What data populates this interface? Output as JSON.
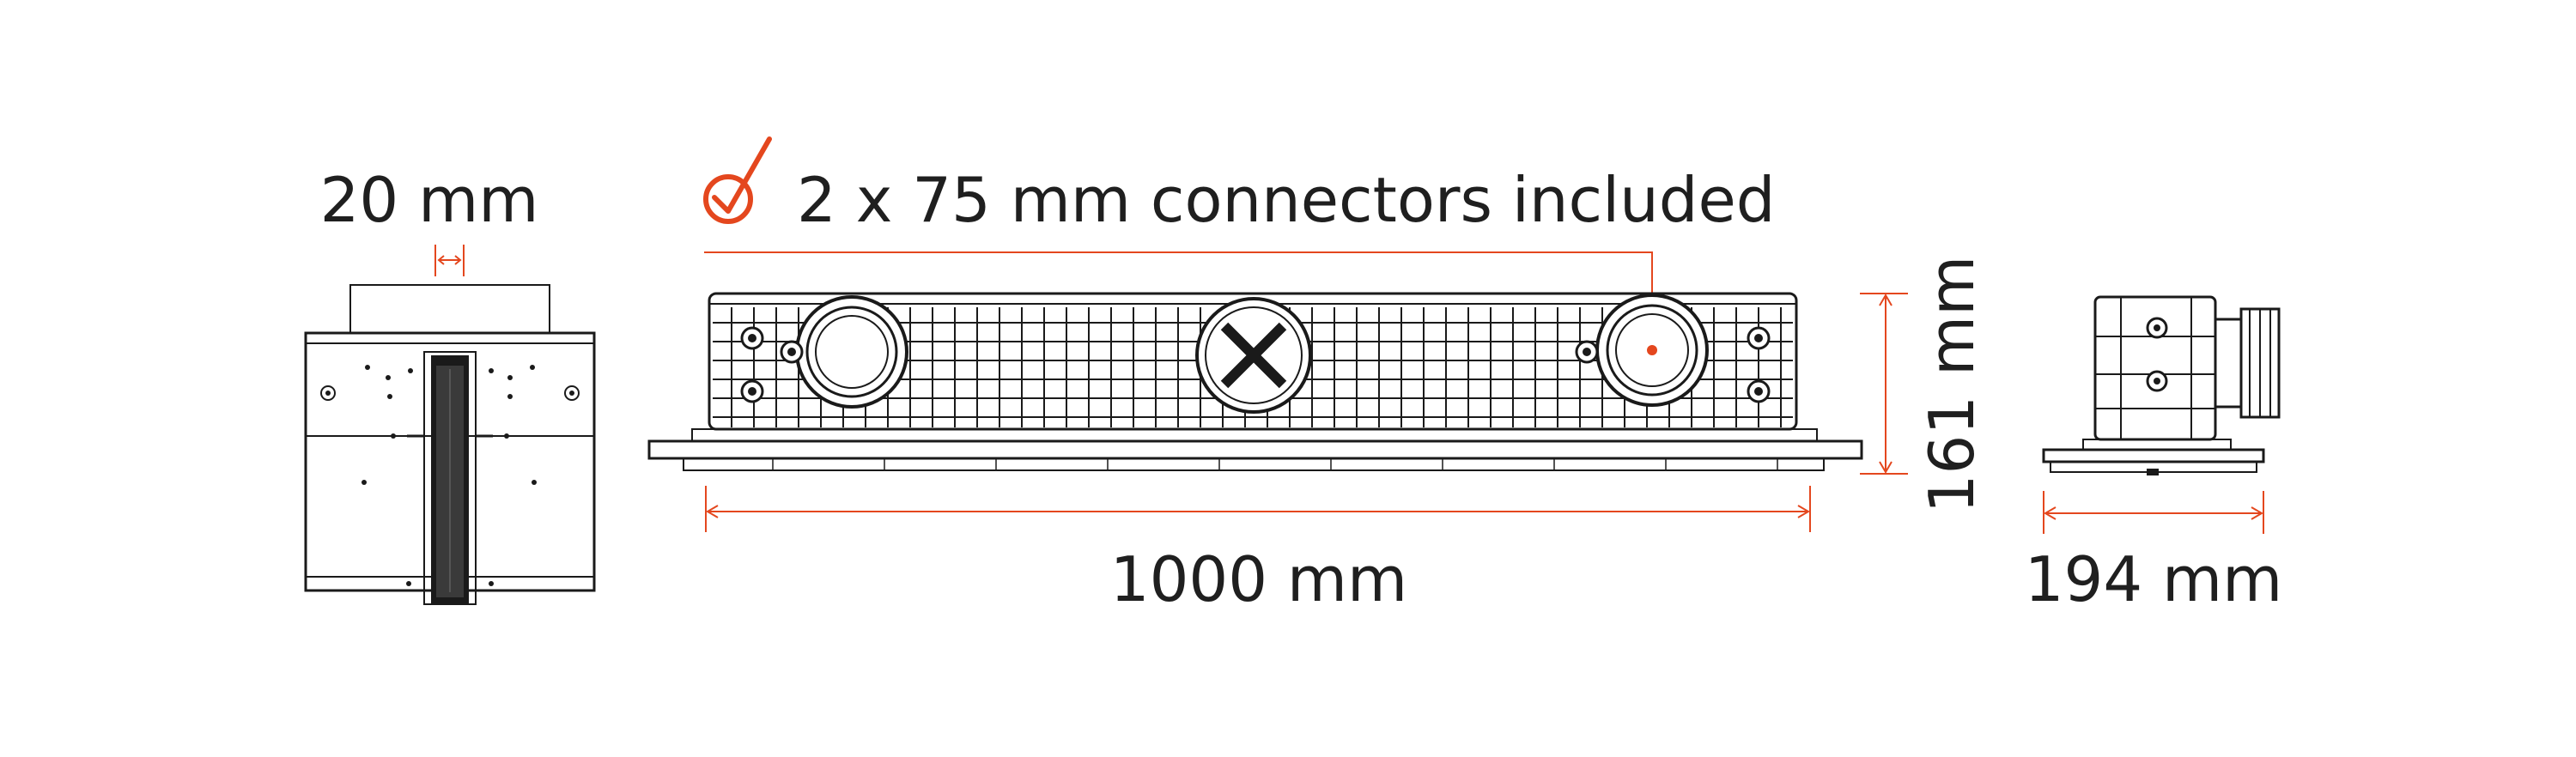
{
  "labels": {
    "width_slot": "20 mm",
    "connectors": "2 x 75 mm connectors included",
    "length": "1000 mm",
    "height": "161 mm",
    "depth": "194 mm"
  },
  "colors": {
    "accent": "#e4471e",
    "line": "#1a1a1a",
    "text": "#1f1f1f",
    "background": "#ffffff"
  },
  "icons": {
    "check_circle": "check-circle-icon"
  }
}
